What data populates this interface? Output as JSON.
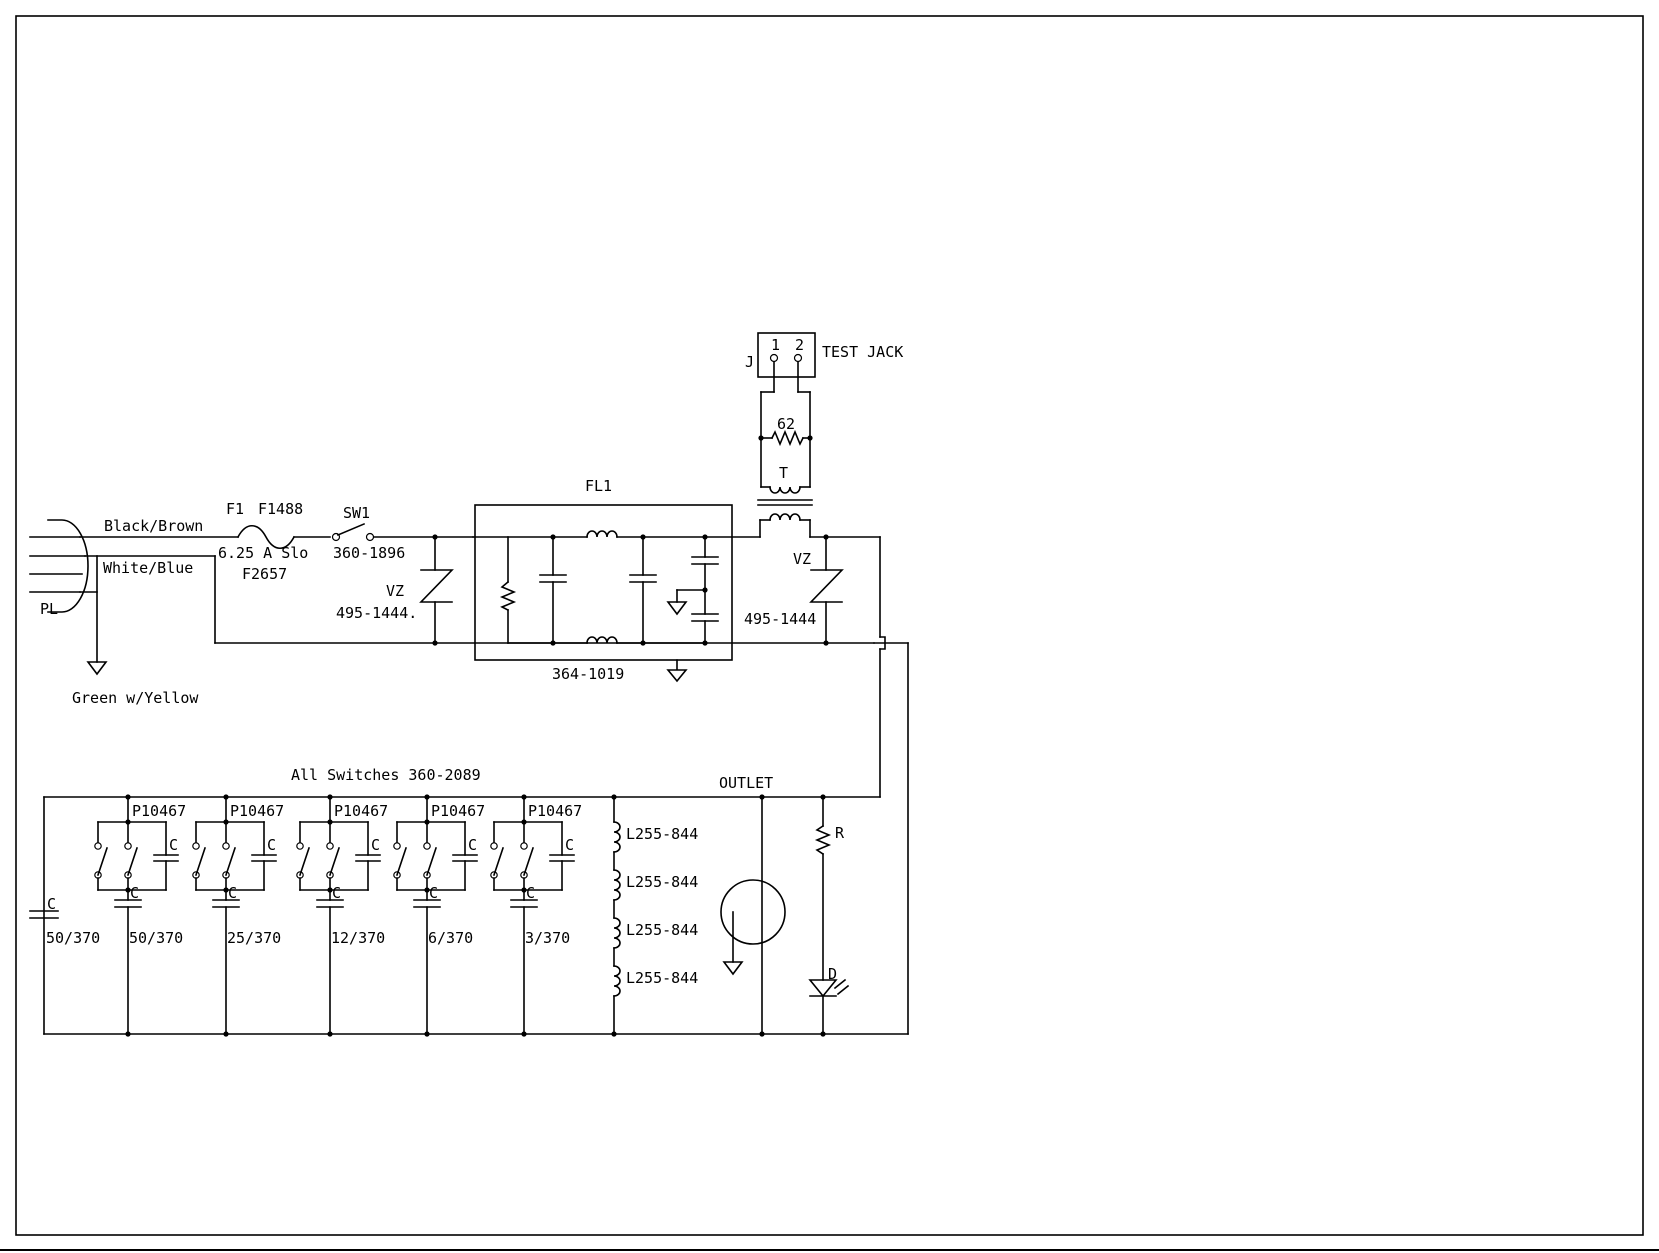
{
  "labels": {
    "black_brown": "Black/Brown",
    "white_blue": "White/Blue",
    "green_yellow": "Green w/Yellow",
    "pl": "PL",
    "f1": "F1",
    "f1488": "F1488",
    "fuse_rating": "6.25 A Slo",
    "f2657": "F2657",
    "sw1": "SW1",
    "sw1_part": "360-1896",
    "vz_left": "VZ",
    "vz_left_part": "495-1444.",
    "fl1": "FL1",
    "fl1_part": "364-1019",
    "vz_right": "VZ",
    "vz_right_part": "495-1444",
    "jack_j": "J",
    "jack_pin1": "1",
    "jack_pin2": "2",
    "test_jack": "TEST JACK",
    "res62": "62",
    "xfmr_t": "T",
    "all_switches": "All Switches 360-2089",
    "outlet": "OUTLET",
    "res_r": "R",
    "diode_d": "D"
  },
  "switch_blocks": [
    {
      "part": "P10467",
      "cap": "C",
      "bottom_cap": "C",
      "value": "50/370"
    },
    {
      "part": "P10467",
      "cap": "C",
      "bottom_cap": "C",
      "value": "25/370"
    },
    {
      "part": "P10467",
      "cap": "C",
      "bottom_cap": "C",
      "value": "12/370"
    },
    {
      "part": "P10467",
      "cap": "C",
      "bottom_cap": "C",
      "value": "6/370"
    },
    {
      "part": "P10467",
      "cap": "C",
      "bottom_cap": "C",
      "value": "3/370"
    }
  ],
  "left_cap": {
    "label": "C",
    "value": "50/370"
  },
  "inductors": [
    {
      "label": "L255-844"
    },
    {
      "label": "L255-844"
    },
    {
      "label": "L255-844"
    },
    {
      "label": "L255-844"
    }
  ]
}
